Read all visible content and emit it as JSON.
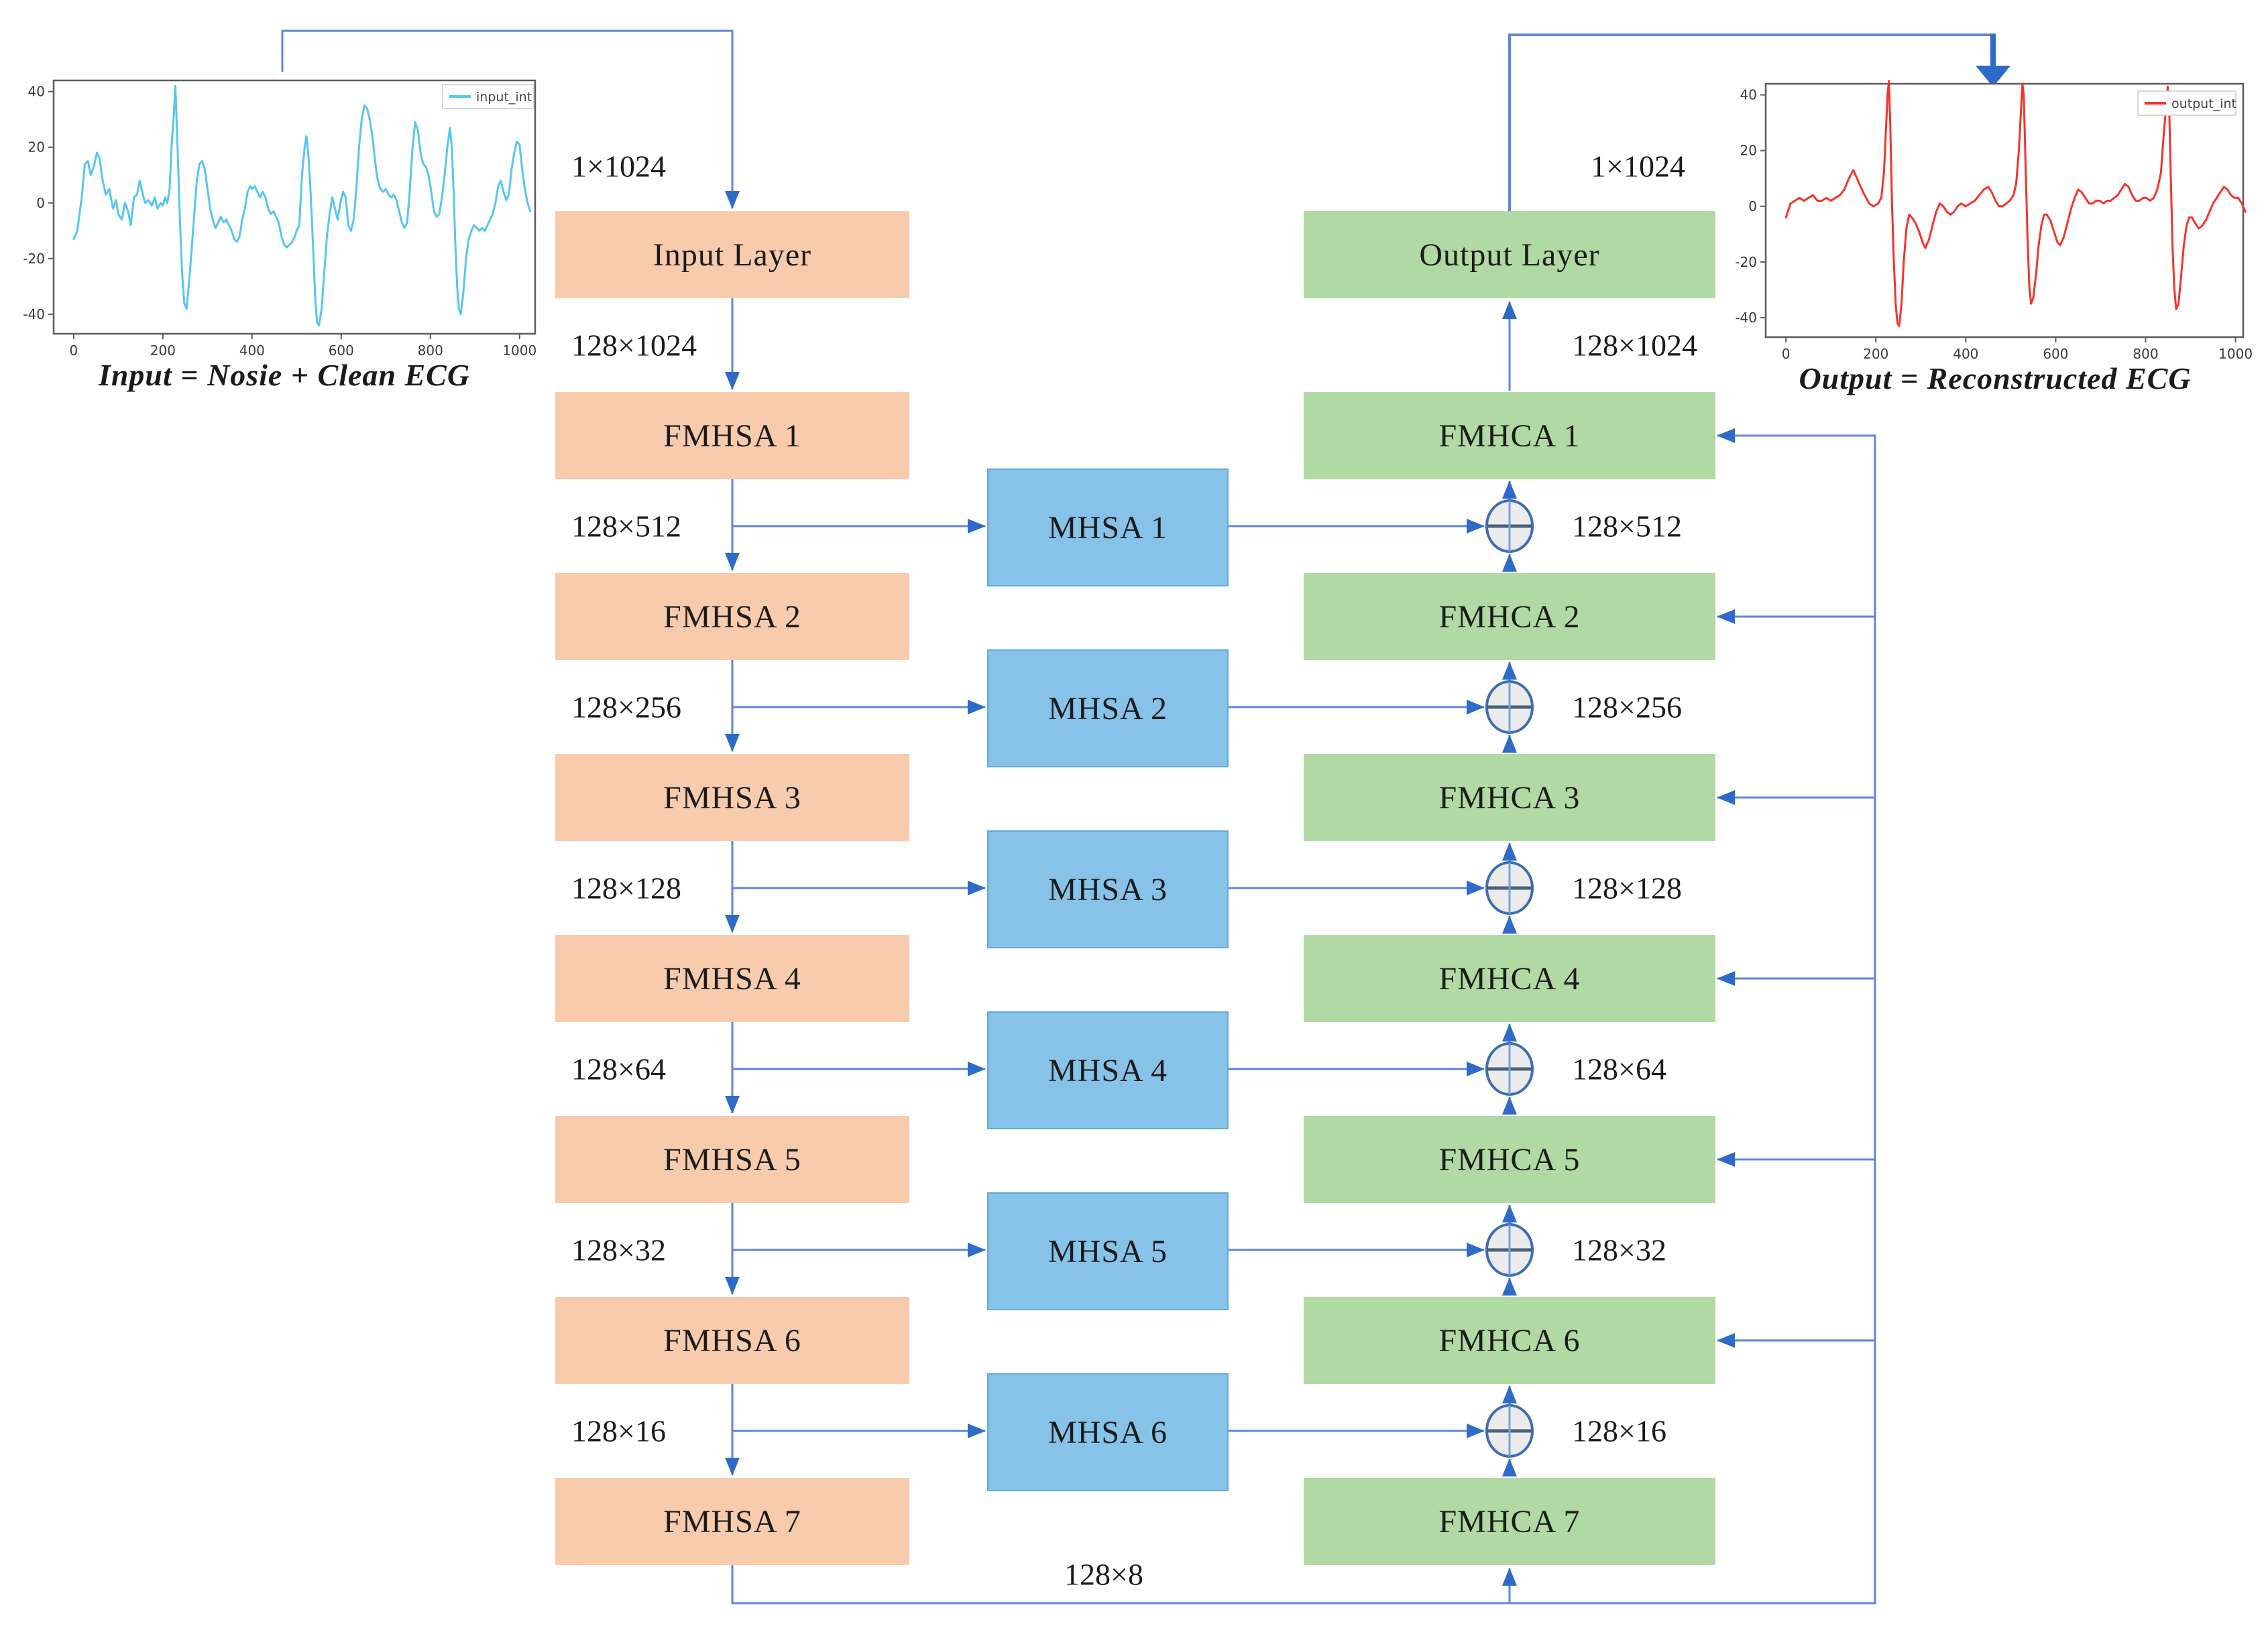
{
  "figure": {
    "caption_left": "Input = Nosie + Clean ECG",
    "caption_right": "Output = Reconstructed ECG"
  },
  "encoder": {
    "boxes": [
      "Input Layer",
      "FMHSA 1",
      "FMHSA 2",
      "FMHSA 3",
      "FMHSA 4",
      "FMHSA 5",
      "FMHSA 6",
      "FMHSA 7"
    ]
  },
  "bottleneck": {
    "boxes": [
      "MHSA 1",
      "MHSA 2",
      "MHSA 3",
      "MHSA 4",
      "MHSA 5",
      "MHSA 6"
    ]
  },
  "decoder": {
    "boxes": [
      "Output Layer",
      "FMHCA 1",
      "FMHCA 2",
      "FMHCA 3",
      "FMHCA 4",
      "FMHCA 5",
      "FMHCA 6",
      "FMHCA 7"
    ]
  },
  "dims": {
    "left": [
      "1×1024",
      "128×1024",
      "128×512",
      "128×256",
      "128×128",
      "128×64",
      "128×32",
      "128×16"
    ],
    "right": [
      "1×1024",
      "128×1024",
      "128×512",
      "128×256",
      "128×128",
      "128×64",
      "128×32",
      "128×16"
    ],
    "bottom": "128×8"
  },
  "colors": {
    "encoder_box": "#F8CBAD",
    "bottleneck_box": "#87C3E8",
    "decoder_box": "#B1D9A3",
    "connector": "#5B87D7",
    "arrowhead": "#2E6BC8",
    "sum_fill": "#EBEBEB",
    "sum_stroke": "#3D6EB5",
    "input_line": "#55C6F0",
    "output_line": "#F5332A"
  },
  "chart_data": [
    {
      "type": "line",
      "title": "",
      "xlabel": "",
      "ylabel": "",
      "legend": "input_int",
      "color": "#55C6F0",
      "x_ticks": [
        0,
        200,
        400,
        600,
        800,
        1000
      ],
      "y_ticks": [
        40,
        20,
        0,
        -20,
        -40
      ],
      "xlim": [
        -45,
        1035
      ],
      "ylim": [
        -47,
        44
      ],
      "grid": false,
      "legend_position": "upper right",
      "points": [
        [
          0,
          -13
        ],
        [
          8,
          -10
        ],
        [
          18,
          2
        ],
        [
          25,
          14
        ],
        [
          32,
          15
        ],
        [
          38,
          10
        ],
        [
          45,
          13
        ],
        [
          52,
          18
        ],
        [
          58,
          16
        ],
        [
          65,
          8
        ],
        [
          72,
          3
        ],
        [
          80,
          5
        ],
        [
          88,
          -2
        ],
        [
          95,
          1
        ],
        [
          100,
          -4
        ],
        [
          108,
          -6
        ],
        [
          115,
          0
        ],
        [
          122,
          -3
        ],
        [
          128,
          -8
        ],
        [
          135,
          2
        ],
        [
          142,
          3
        ],
        [
          148,
          8
        ],
        [
          155,
          3
        ],
        [
          160,
          0
        ],
        [
          168,
          1
        ],
        [
          175,
          -1
        ],
        [
          182,
          2
        ],
        [
          188,
          -2
        ],
        [
          195,
          0
        ],
        [
          200,
          -1
        ],
        [
          205,
          2
        ],
        [
          210,
          0
        ],
        [
          215,
          5
        ],
        [
          220,
          22
        ],
        [
          224,
          30
        ],
        [
          228,
          42
        ],
        [
          233,
          20
        ],
        [
          238,
          -5
        ],
        [
          243,
          -25
        ],
        [
          248,
          -36
        ],
        [
          253,
          -38
        ],
        [
          258,
          -30
        ],
        [
          264,
          -18
        ],
        [
          270,
          -5
        ],
        [
          276,
          8
        ],
        [
          282,
          14
        ],
        [
          288,
          15
        ],
        [
          294,
          12
        ],
        [
          300,
          5
        ],
        [
          306,
          -2
        ],
        [
          312,
          -6
        ],
        [
          318,
          -9
        ],
        [
          324,
          -7
        ],
        [
          330,
          -5
        ],
        [
          336,
          -7
        ],
        [
          342,
          -6
        ],
        [
          348,
          -8
        ],
        [
          354,
          -10
        ],
        [
          360,
          -13
        ],
        [
          366,
          -14
        ],
        [
          372,
          -12
        ],
        [
          378,
          -6
        ],
        [
          384,
          -2
        ],
        [
          390,
          4
        ],
        [
          396,
          6
        ],
        [
          400,
          5
        ],
        [
          406,
          6
        ],
        [
          412,
          4
        ],
        [
          418,
          2
        ],
        [
          424,
          4
        ],
        [
          430,
          2
        ],
        [
          436,
          -2
        ],
        [
          442,
          -4
        ],
        [
          448,
          -3
        ],
        [
          454,
          -5
        ],
        [
          460,
          -7
        ],
        [
          466,
          -12
        ],
        [
          472,
          -15
        ],
        [
          478,
          -16
        ],
        [
          484,
          -15
        ],
        [
          490,
          -14
        ],
        [
          496,
          -12
        ],
        [
          500,
          -10
        ],
        [
          506,
          -8
        ],
        [
          512,
          10
        ],
        [
          518,
          20
        ],
        [
          522,
          24
        ],
        [
          526,
          18
        ],
        [
          530,
          8
        ],
        [
          534,
          -5
        ],
        [
          538,
          -20
        ],
        [
          542,
          -35
        ],
        [
          546,
          -43
        ],
        [
          550,
          -44
        ],
        [
          556,
          -38
        ],
        [
          562,
          -25
        ],
        [
          568,
          -12
        ],
        [
          574,
          -4
        ],
        [
          580,
          2
        ],
        [
          586,
          -2
        ],
        [
          592,
          -6
        ],
        [
          598,
          0
        ],
        [
          604,
          4
        ],
        [
          610,
          2
        ],
        [
          616,
          -8
        ],
        [
          622,
          -10
        ],
        [
          628,
          -6
        ],
        [
          634,
          5
        ],
        [
          640,
          20
        ],
        [
          646,
          30
        ],
        [
          652,
          35
        ],
        [
          658,
          34
        ],
        [
          664,
          30
        ],
        [
          670,
          24
        ],
        [
          676,
          15
        ],
        [
          682,
          8
        ],
        [
          688,
          5
        ],
        [
          694,
          4
        ],
        [
          700,
          5
        ],
        [
          706,
          3
        ],
        [
          712,
          2
        ],
        [
          718,
          3
        ],
        [
          724,
          1
        ],
        [
          730,
          -3
        ],
        [
          736,
          -7
        ],
        [
          742,
          -9
        ],
        [
          748,
          -7
        ],
        [
          754,
          5
        ],
        [
          760,
          20
        ],
        [
          766,
          29
        ],
        [
          772,
          26
        ],
        [
          778,
          18
        ],
        [
          784,
          14
        ],
        [
          790,
          13
        ],
        [
          796,
          10
        ],
        [
          802,
          4
        ],
        [
          808,
          -3
        ],
        [
          814,
          -5
        ],
        [
          820,
          -4
        ],
        [
          826,
          2
        ],
        [
          832,
          10
        ],
        [
          838,
          20
        ],
        [
          844,
          27
        ],
        [
          848,
          20
        ],
        [
          852,
          5
        ],
        [
          856,
          -15
        ],
        [
          860,
          -30
        ],
        [
          864,
          -38
        ],
        [
          868,
          -40
        ],
        [
          874,
          -32
        ],
        [
          880,
          -20
        ],
        [
          886,
          -13
        ],
        [
          892,
          -10
        ],
        [
          898,
          -8
        ],
        [
          904,
          -9
        ],
        [
          910,
          -10
        ],
        [
          916,
          -9
        ],
        [
          922,
          -10
        ],
        [
          928,
          -8
        ],
        [
          934,
          -6
        ],
        [
          940,
          -4
        ],
        [
          946,
          0
        ],
        [
          952,
          6
        ],
        [
          958,
          8
        ],
        [
          964,
          4
        ],
        [
          970,
          1
        ],
        [
          976,
          3
        ],
        [
          982,
          12
        ],
        [
          988,
          18
        ],
        [
          994,
          22
        ],
        [
          1000,
          21
        ],
        [
          1006,
          12
        ],
        [
          1012,
          5
        ],
        [
          1018,
          0
        ],
        [
          1024,
          -3
        ]
      ]
    },
    {
      "type": "line",
      "title": "",
      "xlabel": "",
      "ylabel": "",
      "legend": "output_int",
      "color": "#F5332A",
      "x_ticks": [
        0,
        200,
        400,
        600,
        800,
        1000
      ],
      "y_ticks": [
        40,
        20,
        0,
        -20,
        -40
      ],
      "xlim": [
        -45,
        1017
      ],
      "ylim": [
        -47,
        44
      ],
      "grid": false,
      "legend_position": "upper right",
      "points": [
        [
          0,
          -4
        ],
        [
          10,
          1
        ],
        [
          20,
          2
        ],
        [
          30,
          3
        ],
        [
          40,
          2
        ],
        [
          50,
          3
        ],
        [
          60,
          4
        ],
        [
          70,
          2
        ],
        [
          80,
          2
        ],
        [
          90,
          3
        ],
        [
          100,
          2
        ],
        [
          110,
          3
        ],
        [
          120,
          4
        ],
        [
          130,
          6
        ],
        [
          140,
          10
        ],
        [
          150,
          13
        ],
        [
          158,
          10
        ],
        [
          166,
          7
        ],
        [
          175,
          4
        ],
        [
          185,
          1
        ],
        [
          195,
          0
        ],
        [
          205,
          1
        ],
        [
          212,
          3
        ],
        [
          218,
          12
        ],
        [
          222,
          26
        ],
        [
          226,
          40
        ],
        [
          229,
          45
        ],
        [
          232,
          30
        ],
        [
          236,
          0
        ],
        [
          240,
          -20
        ],
        [
          244,
          -35
        ],
        [
          248,
          -42
        ],
        [
          252,
          -43
        ],
        [
          257,
          -35
        ],
        [
          262,
          -20
        ],
        [
          268,
          -8
        ],
        [
          274,
          -3
        ],
        [
          280,
          -4
        ],
        [
          288,
          -6
        ],
        [
          296,
          -9
        ],
        [
          304,
          -13
        ],
        [
          310,
          -15
        ],
        [
          318,
          -12
        ],
        [
          326,
          -7
        ],
        [
          334,
          -2
        ],
        [
          342,
          1
        ],
        [
          350,
          0
        ],
        [
          358,
          -2
        ],
        [
          366,
          -3
        ],
        [
          374,
          -2
        ],
        [
          382,
          0
        ],
        [
          390,
          1
        ],
        [
          400,
          0
        ],
        [
          410,
          1
        ],
        [
          420,
          2
        ],
        [
          430,
          4
        ],
        [
          440,
          6
        ],
        [
          450,
          7
        ],
        [
          458,
          5
        ],
        [
          466,
          2
        ],
        [
          474,
          0
        ],
        [
          482,
          0
        ],
        [
          490,
          1
        ],
        [
          498,
          2
        ],
        [
          506,
          4
        ],
        [
          512,
          8
        ],
        [
          518,
          20
        ],
        [
          522,
          32
        ],
        [
          526,
          44
        ],
        [
          529,
          40
        ],
        [
          533,
          15
        ],
        [
          537,
          -10
        ],
        [
          541,
          -28
        ],
        [
          545,
          -35
        ],
        [
          550,
          -33
        ],
        [
          556,
          -25
        ],
        [
          562,
          -14
        ],
        [
          568,
          -7
        ],
        [
          574,
          -3
        ],
        [
          580,
          -3
        ],
        [
          588,
          -5
        ],
        [
          596,
          -9
        ],
        [
          604,
          -13
        ],
        [
          610,
          -14
        ],
        [
          618,
          -11
        ],
        [
          626,
          -6
        ],
        [
          634,
          -1
        ],
        [
          642,
          3
        ],
        [
          650,
          6
        ],
        [
          658,
          5
        ],
        [
          666,
          3
        ],
        [
          674,
          1
        ],
        [
          682,
          1
        ],
        [
          690,
          2
        ],
        [
          698,
          2
        ],
        [
          706,
          1
        ],
        [
          714,
          2
        ],
        [
          722,
          2
        ],
        [
          730,
          3
        ],
        [
          738,
          4
        ],
        [
          746,
          6
        ],
        [
          754,
          8
        ],
        [
          762,
          7
        ],
        [
          770,
          4
        ],
        [
          778,
          2
        ],
        [
          786,
          2
        ],
        [
          794,
          3
        ],
        [
          802,
          3
        ],
        [
          810,
          2
        ],
        [
          818,
          3
        ],
        [
          826,
          6
        ],
        [
          834,
          12
        ],
        [
          840,
          25
        ],
        [
          845,
          35
        ],
        [
          849,
          43
        ],
        [
          852,
          38
        ],
        [
          856,
          10
        ],
        [
          860,
          -15
        ],
        [
          864,
          -30
        ],
        [
          868,
          -37
        ],
        [
          873,
          -35
        ],
        [
          879,
          -25
        ],
        [
          885,
          -14
        ],
        [
          891,
          -7
        ],
        [
          897,
          -4
        ],
        [
          903,
          -4
        ],
        [
          910,
          -6
        ],
        [
          918,
          -8
        ],
        [
          926,
          -7
        ],
        [
          934,
          -5
        ],
        [
          942,
          -2
        ],
        [
          950,
          1
        ],
        [
          958,
          3
        ],
        [
          966,
          5
        ],
        [
          974,
          7
        ],
        [
          982,
          6
        ],
        [
          990,
          4
        ],
        [
          998,
          3
        ],
        [
          1006,
          3
        ],
        [
          1014,
          1
        ],
        [
          1022,
          -2
        ]
      ]
    }
  ]
}
